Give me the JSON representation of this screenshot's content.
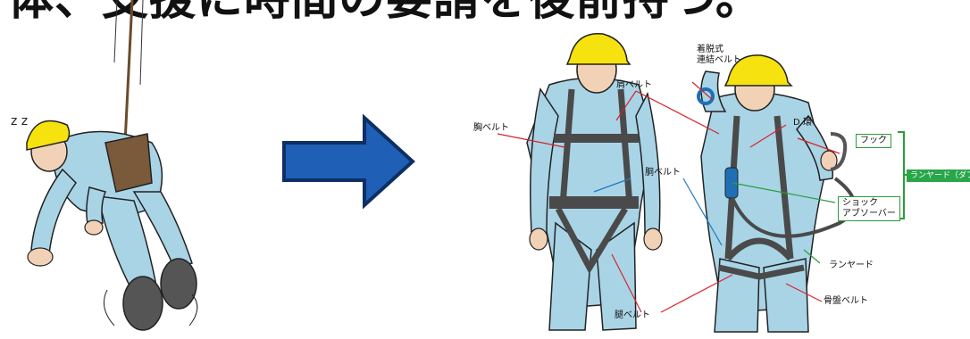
{
  "title": {
    "text": "体、支援に時間の要請を後前持つ。"
  },
  "labels": {
    "detachable_connection_belt_line1": "着脱式",
    "detachable_connection_belt_line2": "連結ベルト",
    "shoulder_belt": "肩ベルト",
    "chest_belt": "胸ベルト",
    "d_ring": "D 環",
    "hook": "フック",
    "waist_belt": "胴ベルト",
    "shock_absorber_line1": "ショック",
    "shock_absorber_line2": "アブソーバー",
    "lanyard_double": "ランヤード（ダブル）",
    "lanyard": "ランヤード",
    "thigh_belt": "腿ベルト",
    "pelvic_belt": "骨盤ベルト"
  },
  "colors": {
    "worker_suit": "#a9d4e6",
    "helmet": "#f5e20e",
    "harness": "#4a4a4a",
    "arrow": "#1f5fb5",
    "leader_red": "#d8232a",
    "leader_blue": "#1f77c4",
    "leader_green": "#2a9d3a",
    "lanyard_tag": "#2aa64a"
  }
}
